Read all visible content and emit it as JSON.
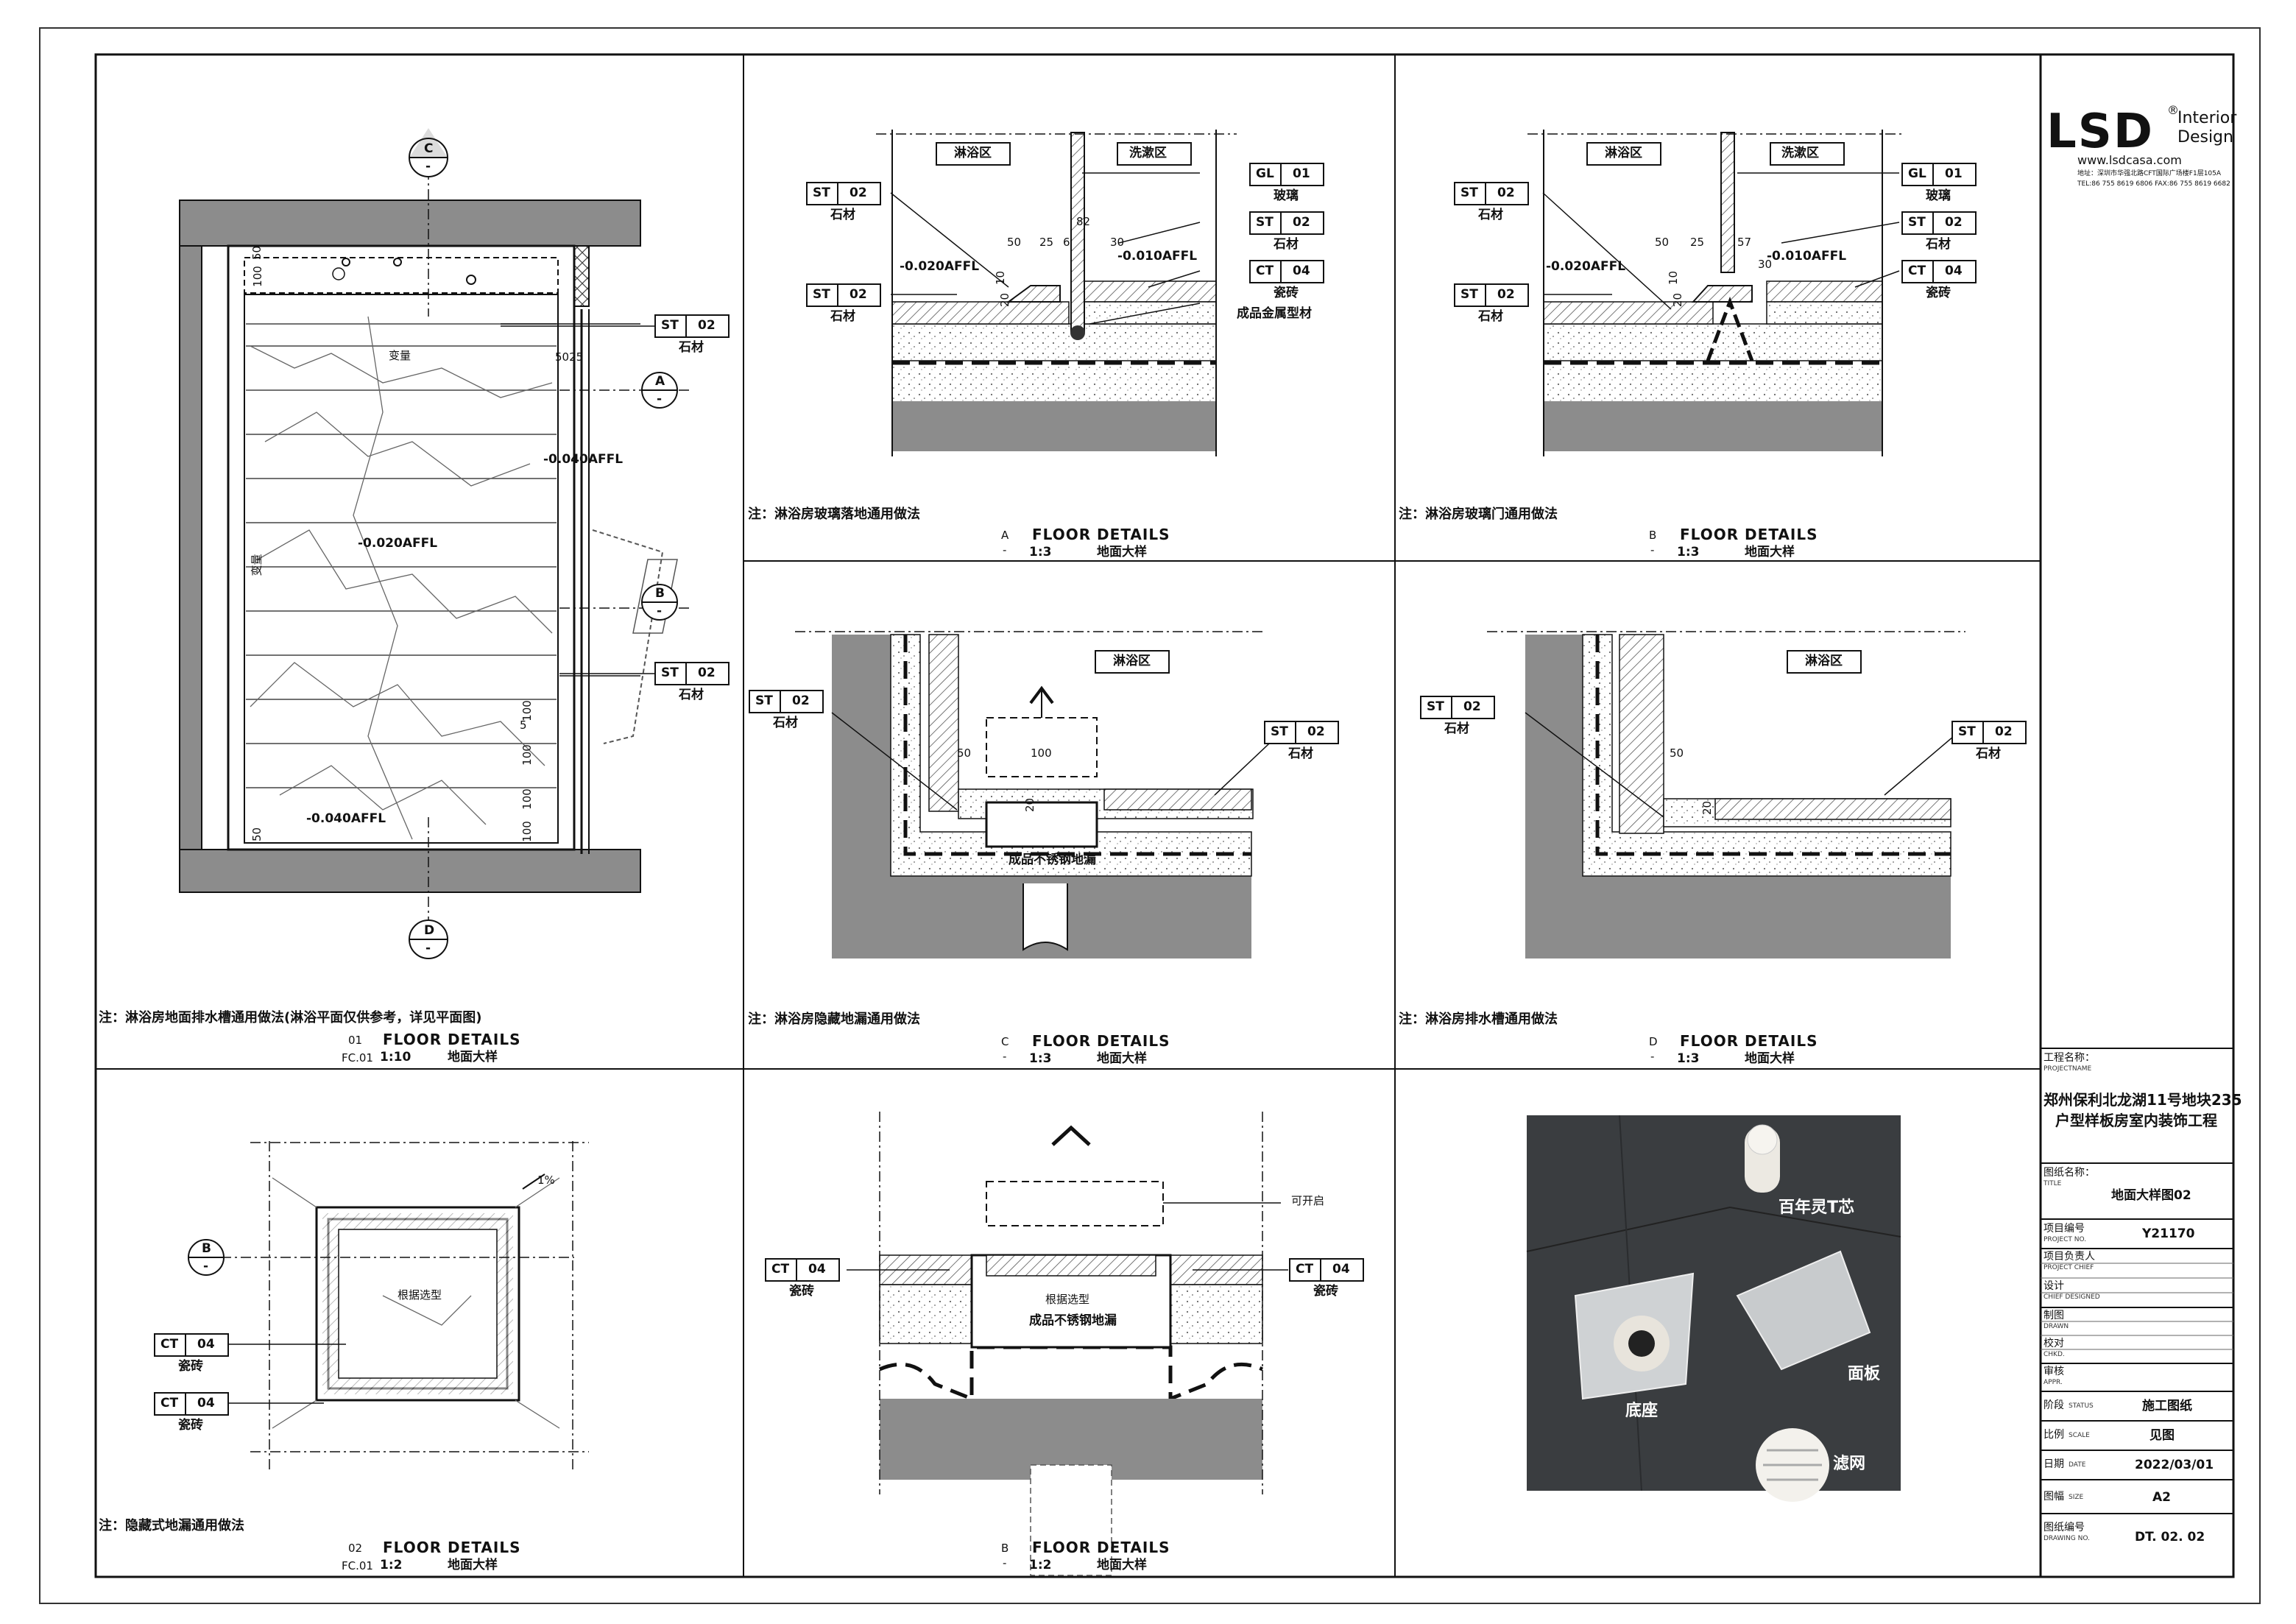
{
  "brand": {
    "name": "LSD",
    "reg": "®",
    "interior": "Interior",
    "design": "Design",
    "url": "www.lsdcasa.com",
    "addr_line1": "地址：深圳市华强北路CFT国际广场楼F1层105A",
    "addr_line2": "TEL:86 755 8619 6806   FAX:86 755 8619 6682"
  },
  "colors": {
    "wall": "#8c8c8c",
    "concrete": "#9a9a9a",
    "photo_bg": "#3a3d40",
    "ink": "#111111"
  },
  "tags": {
    "st": "ST",
    "ct": "CT",
    "gl": "GL",
    "v02": "02",
    "v04": "04",
    "v01": "01",
    "stone": "石材",
    "tile": "瓷砖",
    "glass": "玻璃"
  },
  "zones": {
    "shower": "淋浴区",
    "wash": "洗漱区"
  },
  "levels": {
    "l040": "-0.040AFFL",
    "l020": "-0.020AFFL",
    "l010": "-0.010AFFL"
  },
  "marks": {
    "a": "A",
    "b": "B",
    "c": "C",
    "d": "D",
    "dash": "-"
  },
  "panel1": {
    "dim_100": "100",
    "dim_50": "50",
    "dim_5025": "5025",
    "slope": "变量",
    "slope_v": "变量",
    "dims_right": [
      "100",
      "100",
      "100",
      "100"
    ],
    "dim_5": "5",
    "note": "注：淋浴房地面排水槽通用做法(淋浴平面仅供参考，详见平面图)",
    "title": "FLOOR DETAILS",
    "sub": "地面大样",
    "num": "01",
    "ref": "FC.01",
    "scale": "1:10"
  },
  "panelA": {
    "note": "注：淋浴房玻璃落地通用做法",
    "dims": [
      "50",
      "25",
      "6",
      "30",
      "82",
      "20",
      "10"
    ],
    "metal": "成品金属型材",
    "title": "FLOOR DETAILS",
    "sub": "地面大样",
    "scale": "1:3"
  },
  "panelB": {
    "note": "注：淋浴房玻璃门通用做法",
    "dims": [
      "50",
      "25",
      "57",
      "20",
      "10",
      "30"
    ],
    "title": "FLOOR DETAILS",
    "sub": "地面大样",
    "scale": "1:3"
  },
  "panelC": {
    "note": "注：淋浴房隐藏地漏通用做法",
    "dims": [
      "50",
      "100",
      "20"
    ],
    "drain": "成品不锈钢地漏",
    "title": "FLOOR DETAILS",
    "sub": "地面大样",
    "scale": "1:3"
  },
  "panelD": {
    "note": "注：淋浴房排水槽通用做法",
    "dims": [
      "50",
      "20"
    ],
    "title": "FLOOR DETAILS",
    "sub": "地面大样",
    "scale": "1:3"
  },
  "panel2": {
    "select": "根据选型",
    "slope": "1%",
    "note": "注：隐藏式地漏通用做法",
    "title": "FLOOR DETAILS",
    "sub": "地面大样",
    "num": "02",
    "ref": "FC.01",
    "scale": "1:2"
  },
  "panelB2": {
    "open": "可开启",
    "select": "根据选型",
    "drain": "成品不锈钢地漏",
    "title": "FLOOR DETAILS",
    "sub": "地面大样",
    "scale": "1:2"
  },
  "photo": {
    "core": "百年灵T芯",
    "panel": "面板",
    "base": "底座",
    "filter": "滤网"
  },
  "titleblock": {
    "project_label": "工程名称：",
    "project_en": "PROJECTNAME",
    "project_line1": "郑州保利北龙湖11号地块235",
    "project_line2": "户型样板房室内装饰工程",
    "title_label": "图纸名称：",
    "title_en": "TITLE",
    "title_value": "地面大样图02",
    "projno_label": "项目编号",
    "projno_en": "PROJECT NO.",
    "projno_value": "Y21170",
    "chief_label": "项目负责人",
    "chief_en": "PROJECT CHIEF",
    "design_label": "设计",
    "design_en": "CHIEF DESIGNED",
    "drawn_label": "制图",
    "drawn_en": "DRAWN",
    "chkd_label": "校对",
    "chkd_en": "CHKD.",
    "appr_label": "审核",
    "appr_en": "APPR.",
    "status_label": "阶段",
    "status_en": "STATUS",
    "status_value": "施工图纸",
    "scale_label": "比例",
    "scale_en": "SCALE",
    "scale_value": "见图",
    "date_label": "日期",
    "date_en": "DATE",
    "date_value": "2022/03/01",
    "size_label": "图幅",
    "size_en": "SIZE",
    "size_value": "A2",
    "dwg_label": "图纸编号",
    "dwg_en": "DRAWING NO.",
    "dwg_value": "DT. 02. 02"
  }
}
